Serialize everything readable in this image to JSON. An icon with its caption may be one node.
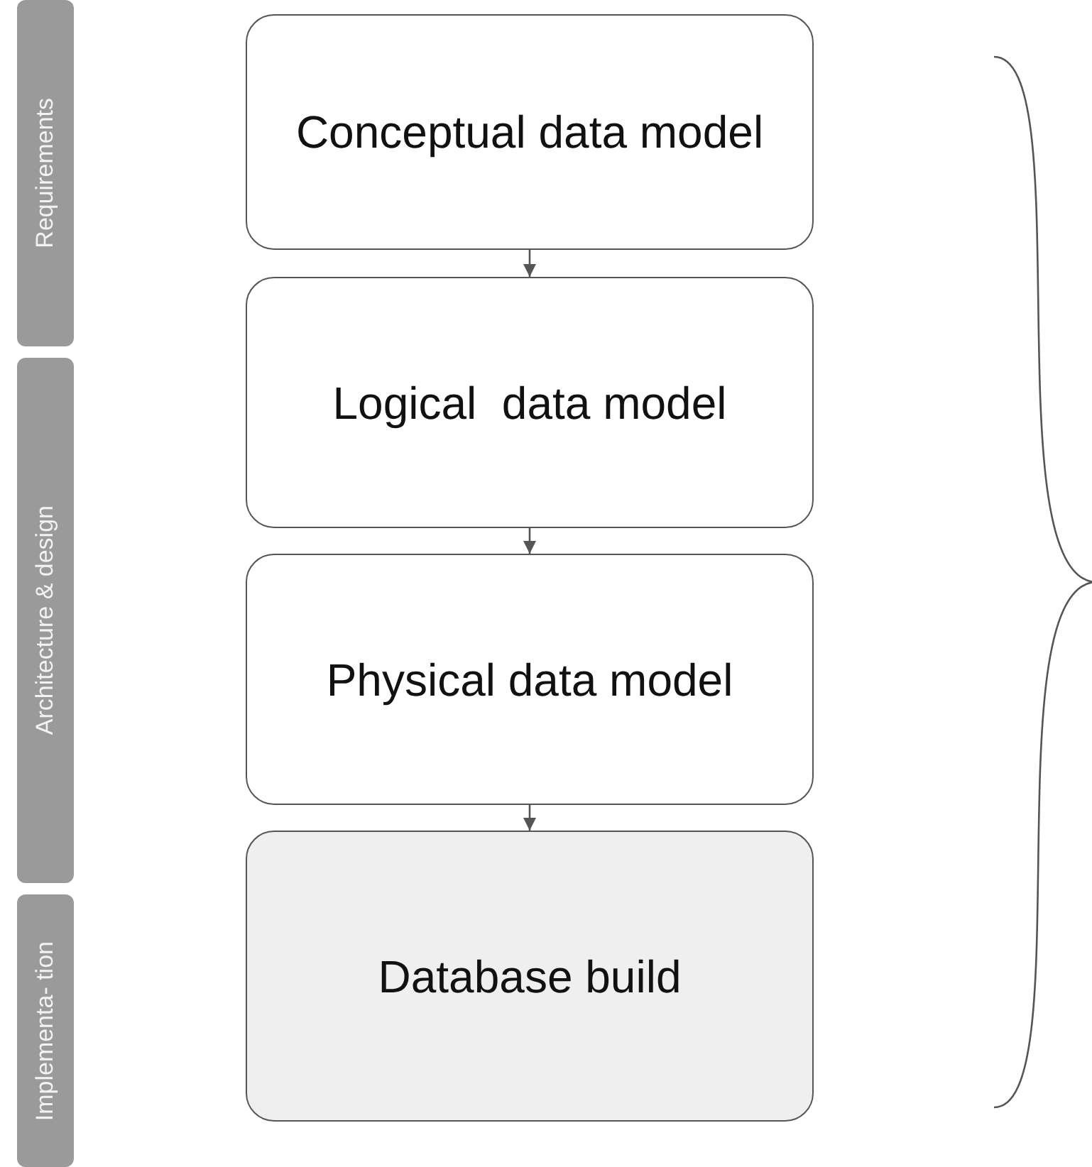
{
  "diagram": {
    "nodes": [
      {
        "text": [
          "Requirements"
        ]
      },
      {
        "text": [
          "Architecture & design"
        ]
      },
      {
        "text": [
          "Implementa- tion"
        ]
      },
      {
        "text": [
          "Conceptual data model"
        ]
      },
      {
        "text": [
          "Logical  data model"
        ]
      },
      {
        "text": [
          "Physical data model"
        ]
      },
      {
        "text": [
          "Database build"
        ]
      }
    ],
    "edges": [
      {
        "from": 3,
        "to": 4,
        "arrow": "to"
      },
      {
        "from": 4,
        "to": 5,
        "arrow": "to"
      },
      {
        "from": 5,
        "to": 6,
        "arrow": "to"
      }
    ]
  }
}
